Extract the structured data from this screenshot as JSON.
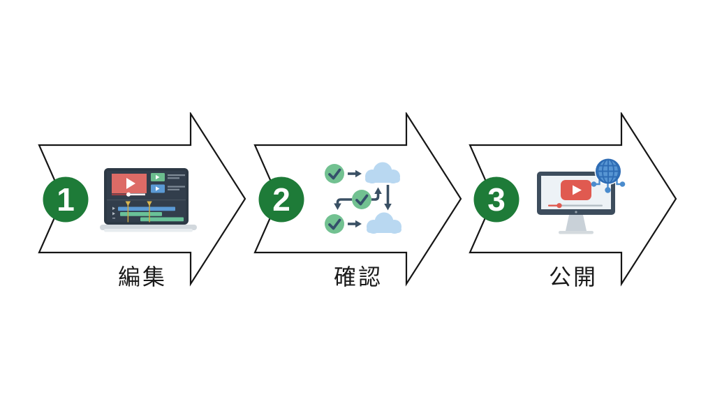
{
  "diagram": {
    "kind": "process-flow",
    "step_count": 3,
    "background": "#ffffff"
  },
  "colors": {
    "arrow_fill": "#ffffff",
    "arrow_outline": "#161616",
    "step_circle": "#1e7b38",
    "step_number": "#ffffff",
    "label_color": "#1a1a1a",
    "check_circle_green": "#72c191",
    "flow_arrow_slate": "#3a5064",
    "cloud_blue": "#b9d8f1",
    "video_red": "#dd6b66",
    "youtube_red": "#e05a50",
    "clip_green": "#6cbd8e",
    "clip_blue": "#5b9ad5",
    "timeline_green": "#69c198",
    "marker_gold": "#d9b64f",
    "globe_blue": "#4a8bcd",
    "laptop_dark": "#2d3945",
    "monitor_dark": "#3d4d5d"
  },
  "steps": [
    {
      "number": "1",
      "label": "編集",
      "icon": "video-editing-laptop-icon"
    },
    {
      "number": "2",
      "label": "確認",
      "icon": "approval-cloud-sync-icon"
    },
    {
      "number": "3",
      "label": "公開",
      "icon": "publish-monitor-globe-icon"
    }
  ]
}
